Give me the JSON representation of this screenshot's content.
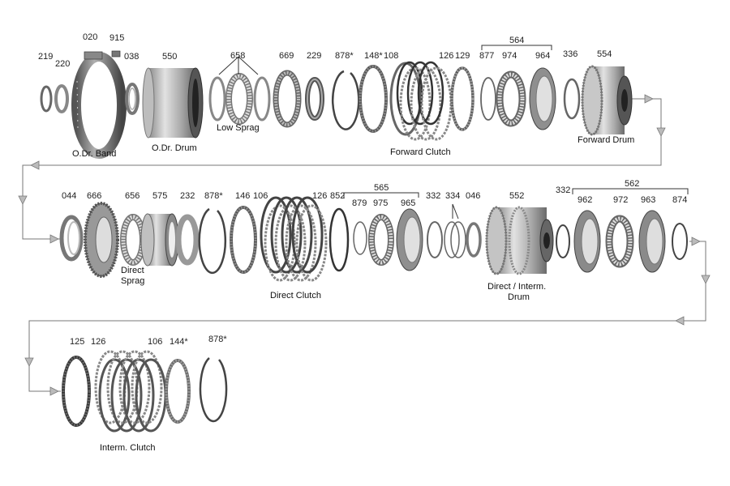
{
  "row1": {
    "part_labels": [
      "219",
      "220",
      "020",
      "915",
      "038",
      "550",
      "658",
      "669",
      "229",
      "878*",
      "148*",
      "108",
      "126",
      "129",
      "564",
      "877",
      "974",
      "964",
      "336",
      "554"
    ],
    "captions": {
      "odr_band": "O.Dr. Band",
      "odr_drum": "O.Dr. Drum",
      "low_sprag": "Low  Sprag",
      "forward_clutch": "Forward  Clutch",
      "forward_drum": "Forward  Drum"
    }
  },
  "row2": {
    "part_labels": [
      "044",
      "666",
      "656",
      "575",
      "232",
      "878*",
      "146",
      "106",
      "126",
      "852",
      "565",
      "879",
      "975",
      "965",
      "332",
      "334",
      "046",
      "552",
      "332",
      "562",
      "962",
      "972",
      "963",
      "874"
    ],
    "captions": {
      "direct_sprag_1": "Direct",
      "direct_sprag_2": "Sprag",
      "direct_clutch": "Direct Clutch",
      "direct_interm_1": "Direct / Interm.",
      "direct_interm_2": "Drum"
    }
  },
  "row3": {
    "part_labels": [
      "125",
      "126",
      "106",
      "144*",
      "878*"
    ],
    "captions": {
      "interm_clutch": "Interm. Clutch"
    }
  },
  "colors": {
    "metal_light": "#d4d4d4",
    "metal_mid": "#9a9a9a",
    "metal_dark": "#555555",
    "flow_line": "#777777",
    "arrow_fill": "#bbbbbb"
  }
}
